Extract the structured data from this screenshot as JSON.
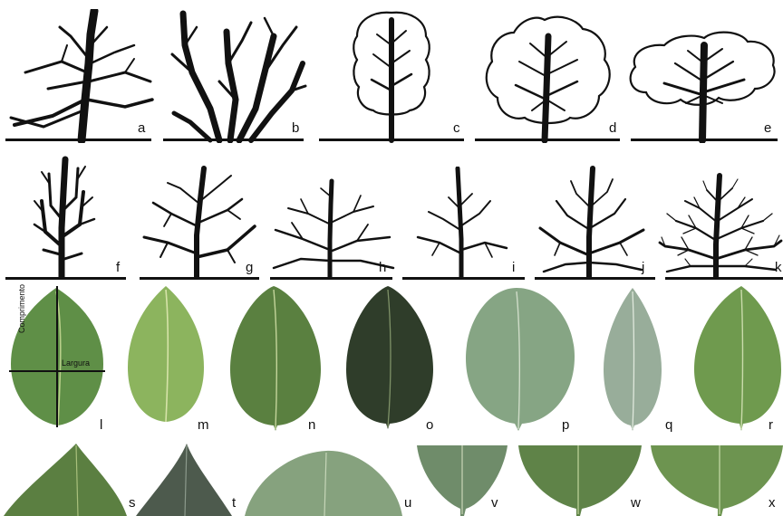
{
  "figure": {
    "crown_shapes": [
      {
        "label": "a"
      },
      {
        "label": "b"
      },
      {
        "label": "c"
      },
      {
        "label": "d"
      },
      {
        "label": "e"
      }
    ],
    "branching": [
      {
        "label": "f"
      },
      {
        "label": "g"
      },
      {
        "label": "h"
      },
      {
        "label": "i"
      },
      {
        "label": "j"
      },
      {
        "label": "k"
      }
    ],
    "leaf_shapes": [
      {
        "label": "l"
      },
      {
        "label": "m"
      },
      {
        "label": "n"
      },
      {
        "label": "o"
      },
      {
        "label": "p"
      },
      {
        "label": "q"
      },
      {
        "label": "r"
      }
    ],
    "leaf_tips_bases": [
      {
        "label": "s"
      },
      {
        "label": "t"
      },
      {
        "label": "u"
      },
      {
        "label": "v"
      },
      {
        "label": "w"
      },
      {
        "label": "x"
      }
    ],
    "measurements": {
      "length_label": "Comprimento",
      "width_label": "Largura"
    },
    "colors": {
      "ink": "#111111",
      "leaf_green": "#5f8f47",
      "leaf_light": "#8cb45e",
      "leaf_dark": "#2f3d2a",
      "leaf_grey": "#7f988b"
    }
  }
}
